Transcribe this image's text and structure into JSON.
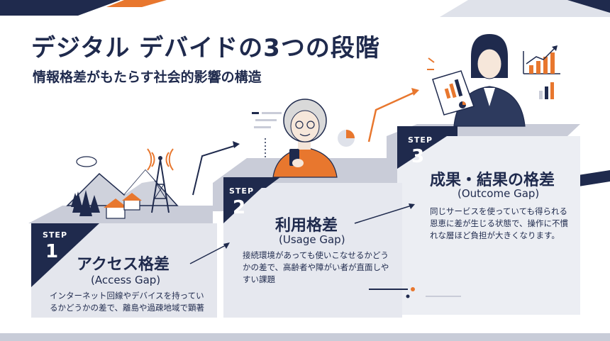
{
  "title": "デジタル デバイドの3つの段階",
  "subtitle": "情報格差がもたらす社会的影響の構造",
  "steps": [
    {
      "step_label": "STEP",
      "number": "1",
      "title": "アクセス格差",
      "subtitle": "(Access Gap)",
      "description": "インターネット回線やデバイスを持っているかどうかの差で、離島や過疎地域で顕著"
    },
    {
      "step_label": "STEP",
      "number": "2",
      "title": "利用格差",
      "subtitle": "(Usage Gap)",
      "description": "接続環境があっても使いこなせるかどうかの差で、高齢者や障がい者が直面しやすい課題"
    },
    {
      "step_label": "STEP",
      "number": "3",
      "title": "成果・結果の格差",
      "subtitle": "(Outcome Gap)",
      "description": "同じサービスを使っていても得られる恩恵に差が生じる状態で、操作に不慣れな層ほど負担が大きくなります。"
    }
  ],
  "colors": {
    "navy": "#1f2a4d",
    "orange": "#e8772e",
    "block_face": "#e9ebf1",
    "block_top": "#c9ccd8"
  }
}
